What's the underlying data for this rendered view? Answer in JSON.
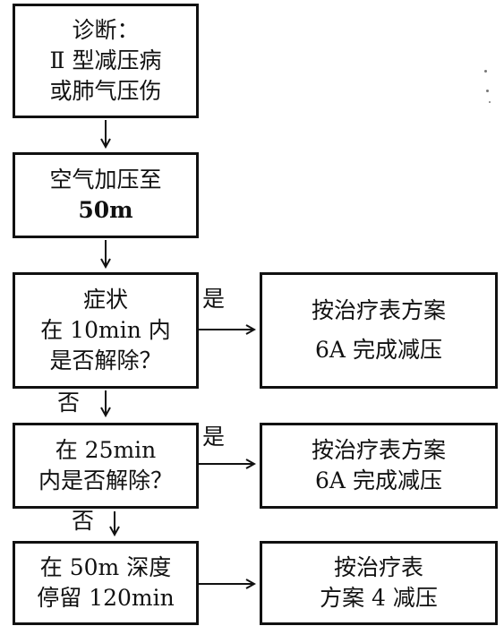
{
  "flowchart": {
    "diagnosis": {
      "line1": "诊断：",
      "line2": "Ⅱ 型减压病",
      "line3": "或肺气压伤"
    },
    "pressurize": {
      "line1": "空气加压至",
      "line2": "50m"
    },
    "q1": {
      "line1": "症状",
      "line2": "在 10min 内",
      "line3": "是否解除？"
    },
    "r1": {
      "line1": "按治疗表方案",
      "line2": "6A 完成减压"
    },
    "q2": {
      "line1": "在  25min",
      "line2": "内是否解除？"
    },
    "r2": {
      "line1": "按治疗表方案",
      "line2": "6A 完成减压"
    },
    "stay": {
      "line1": "在 50m 深度",
      "line2": "停留  120min"
    },
    "r3": {
      "line1": "按治疗表",
      "line2": "方案 4 减压"
    },
    "labels": {
      "yes1": "是",
      "yes2": "是",
      "no1": "否",
      "no2": "否"
    }
  }
}
